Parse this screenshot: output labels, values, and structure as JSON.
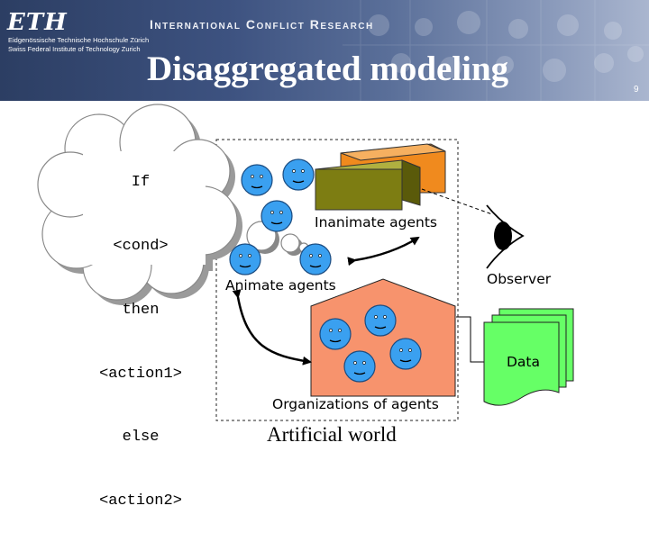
{
  "header": {
    "logo": "ETH",
    "institution_de": "Eidgenössische Technische Hochschule Zürich",
    "institution_en": "Swiss Federal Institute of Technology Zurich",
    "program": "International Conflict Research"
  },
  "slide": {
    "title": "Disaggregated modeling",
    "page_number": "9"
  },
  "rule": {
    "lines": [
      "If",
      "<cond>",
      "then",
      "<action1>",
      "else",
      "<action2>"
    ]
  },
  "labels": {
    "inanimate": "Inanimate agents",
    "animate": "Animate agents",
    "observer": "Observer",
    "data": "Data",
    "organizations": "Organizations of agents",
    "world": "Artificial world"
  },
  "colors": {
    "header": "#3d5280",
    "agent_face": "#3aa0f0",
    "org_house": "#f7936d",
    "inanimate_front": "#7d7d12",
    "inanimate_back": "#f08a1e",
    "data_docs": "#66ff66"
  }
}
